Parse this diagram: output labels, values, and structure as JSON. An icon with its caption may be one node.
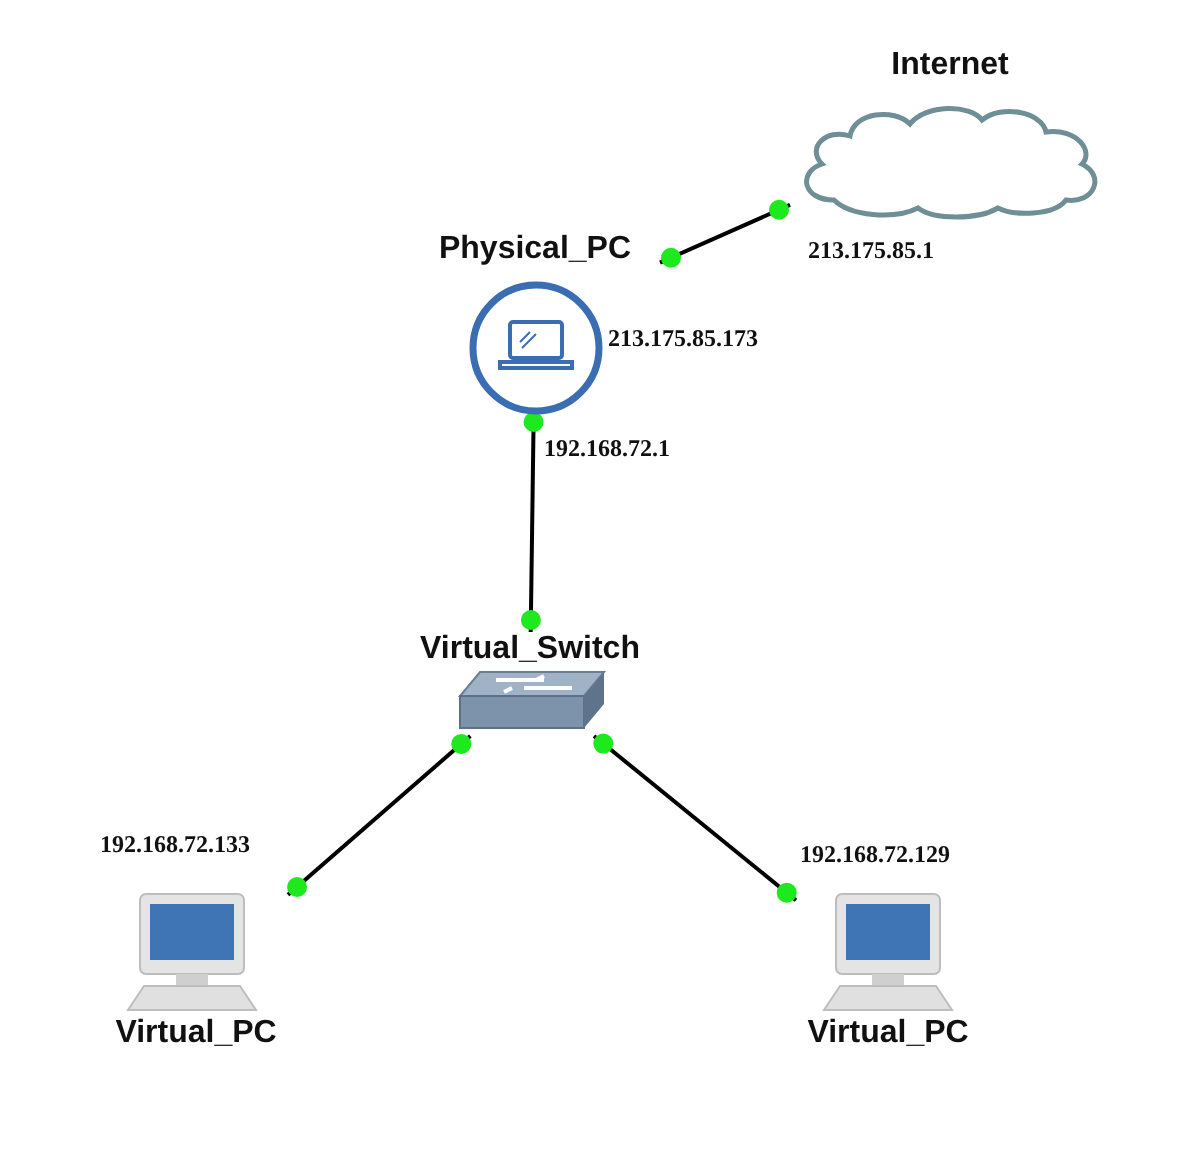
{
  "diagram": {
    "nodes": [
      {
        "text": [
          "Internet"
        ]
      },
      {
        "text": [
          "Physical_PC"
        ]
      },
      {
        "text": [
          "Virtual_Switch"
        ]
      },
      {
        "text": [
          "Virtual_PC"
        ]
      },
      {
        "text": [
          "Virtual_PC"
        ]
      }
    ],
    "edges": [
      {
        "from": 1,
        "to": 0,
        "arrow": "none"
      },
      {
        "from": 1,
        "to": 2,
        "arrow": "none"
      },
      {
        "from": 2,
        "to": 3,
        "arrow": "none"
      },
      {
        "from": 2,
        "to": 4,
        "arrow": "none"
      }
    ],
    "labels": [
      "213.175.85.1",
      "213.175.85.173",
      "192.168.72.1",
      "192.168.72.133",
      "192.168.72.129"
    ]
  }
}
